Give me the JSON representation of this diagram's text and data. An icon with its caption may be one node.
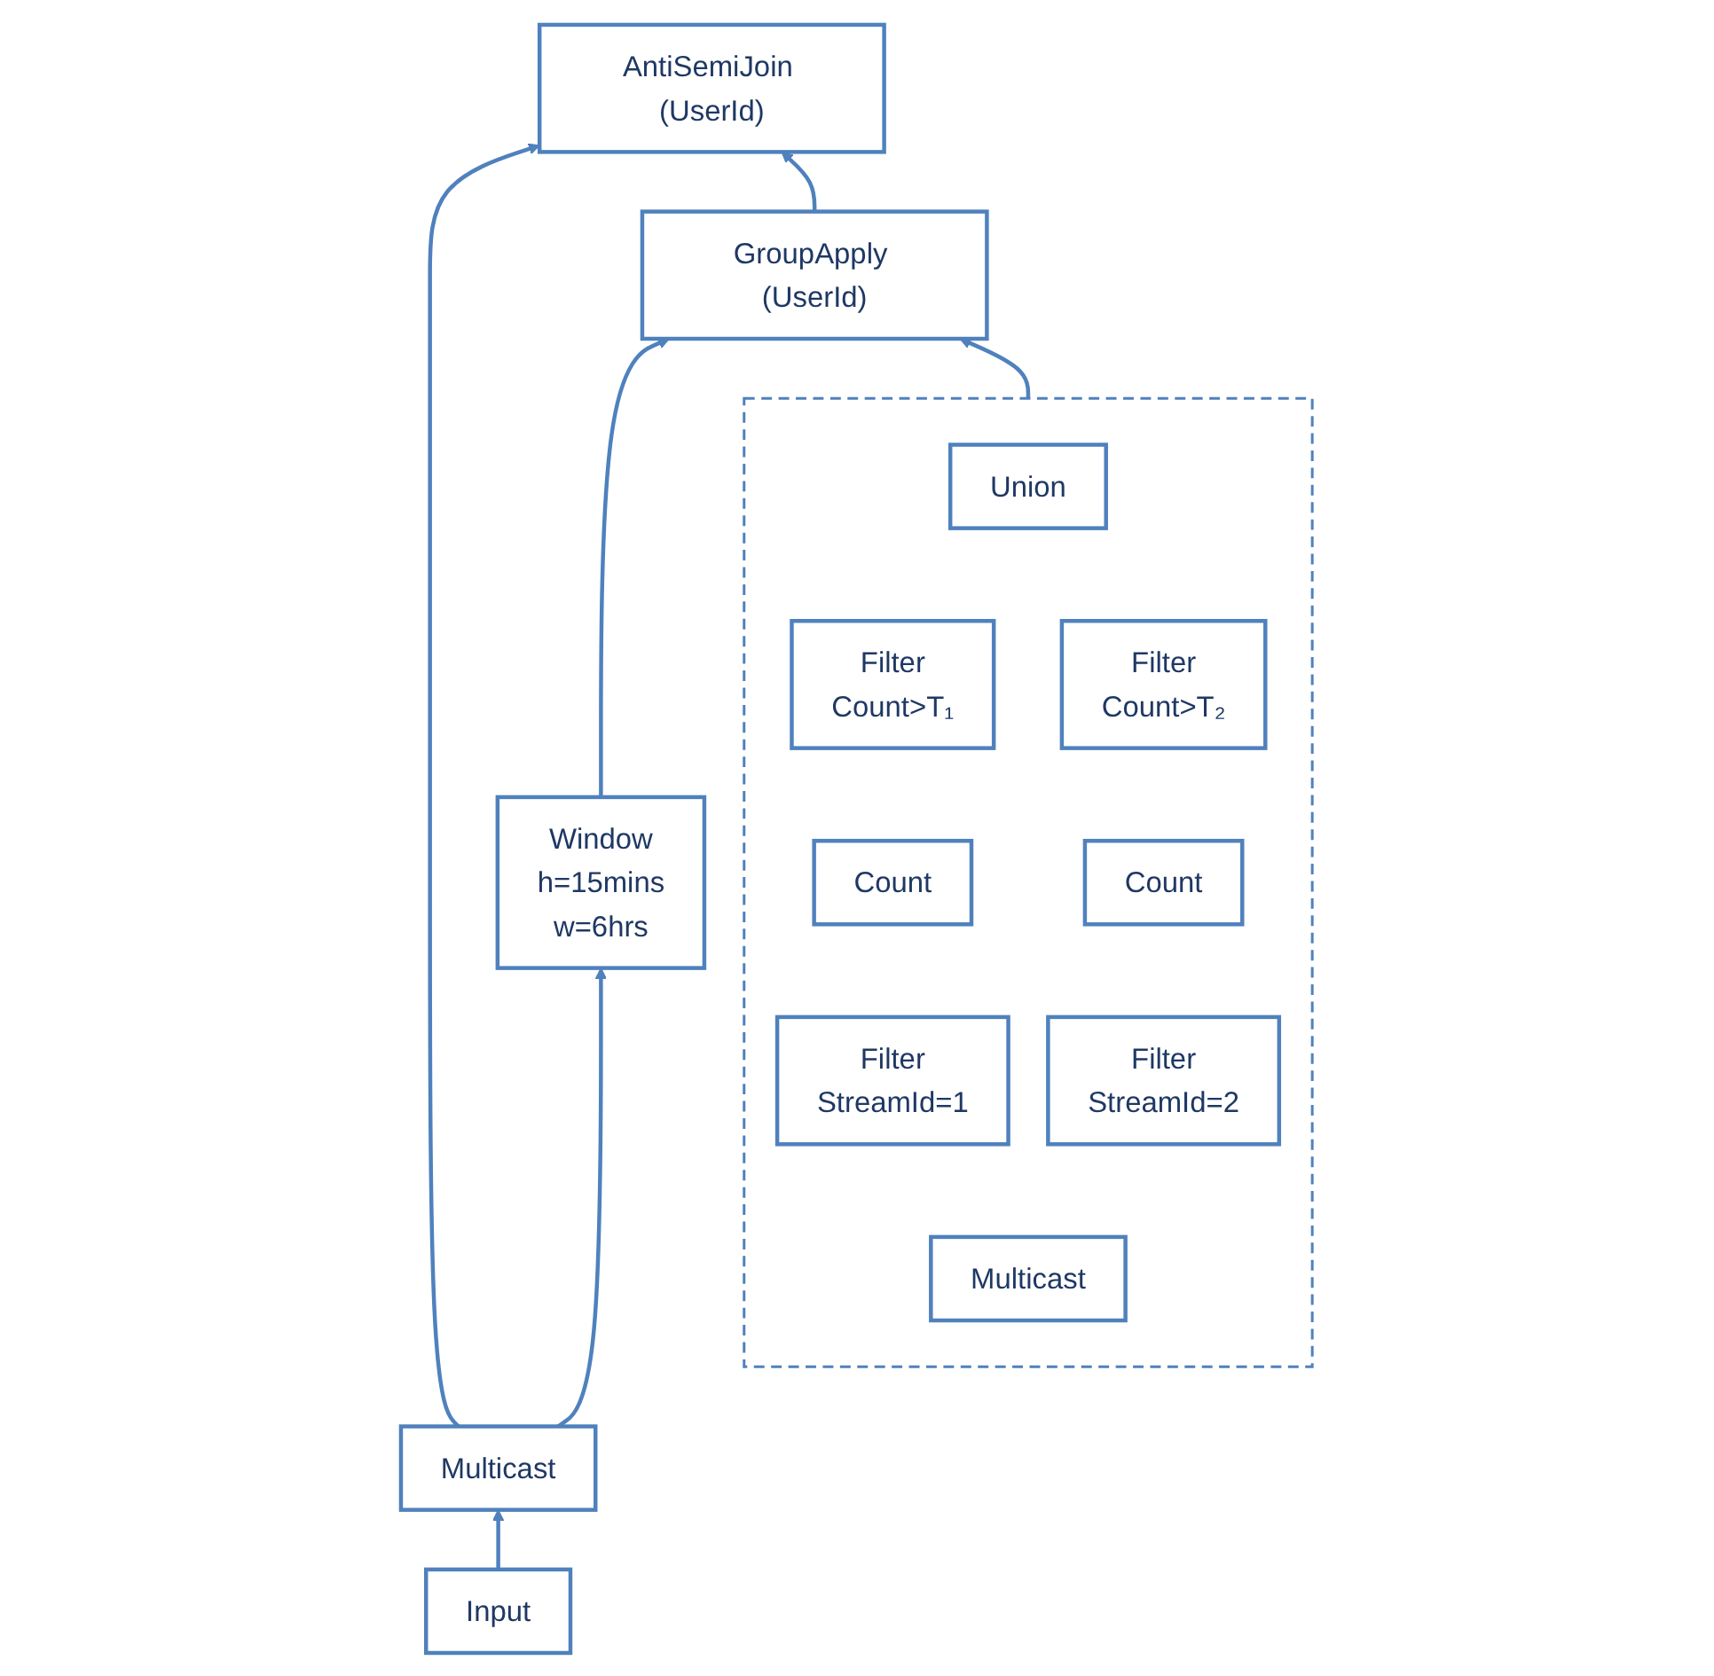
{
  "diagram": {
    "nodes": [
      {
        "text": [
          "AntiSemiJoin (UserId)"
        ]
      },
      {
        "text": [
          "GroupApply (UserId)"
        ]
      },
      {
        "text": [
          "Window",
          "h=15mins",
          "w=6hrs"
        ]
      },
      {
        "text": [
          "Multicast"
        ]
      },
      {
        "text": [
          "Input"
        ]
      },
      {
        "text": [],
        "shape": "box"
      },
      {
        "text": [
          "Union"
        ],
        "in": 5
      },
      {
        "text": [
          "Filter",
          "Count>T₁"
        ],
        "in": 5
      },
      {
        "text": [
          "Filter",
          "Count>T₂"
        ],
        "in": 5
      },
      {
        "text": [
          "Count"
        ],
        "in": 5
      },
      {
        "text": [
          "Count"
        ],
        "in": 5
      },
      {
        "text": [
          "Filter",
          "StreamId=1"
        ],
        "in": 5
      },
      {
        "text": [
          "Filter",
          "StreamId=2"
        ],
        "in": 5
      },
      {
        "text": [
          "Multicast"
        ],
        "in": 5
      }
    ],
    "edges": [
      {
        "from": 3,
        "to": 0,
        "arrow": "to"
      },
      {
        "from": 1,
        "to": 0,
        "arrow": "to"
      },
      {
        "from": 2,
        "to": 1,
        "arrow": "to"
      },
      {
        "from": 5,
        "to": 1,
        "arrow": "to"
      },
      {
        "from": 3,
        "to": 2,
        "arrow": "to"
      },
      {
        "from": 4,
        "to": 3,
        "arrow": "to"
      }
    ]
  }
}
